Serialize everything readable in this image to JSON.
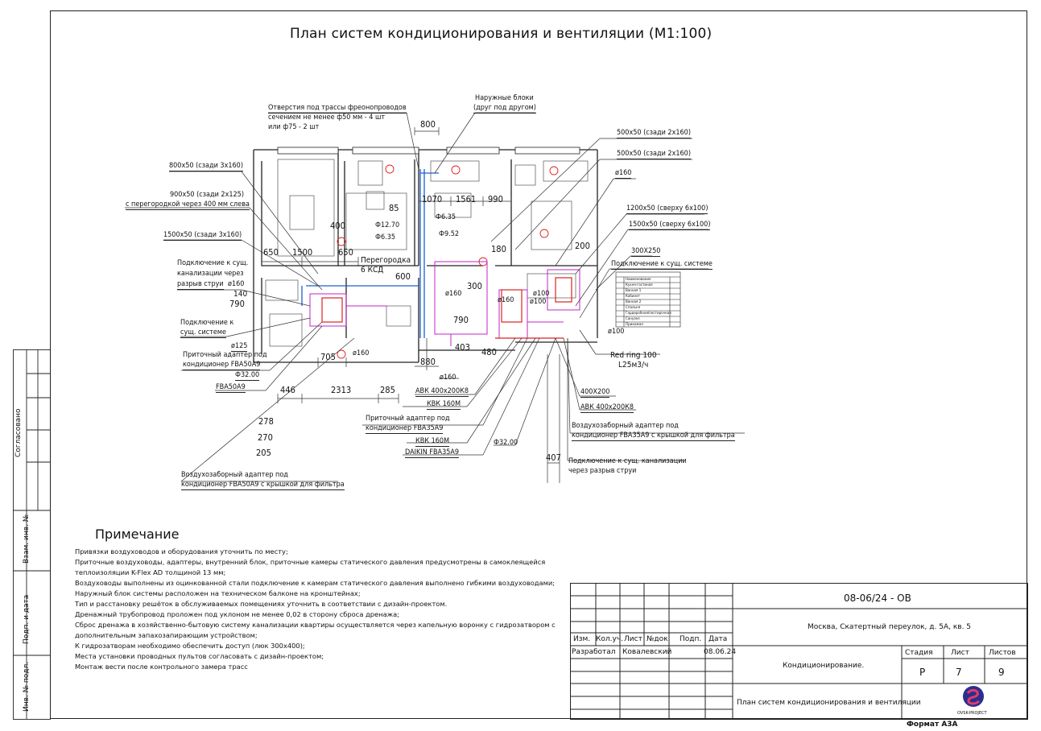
{
  "title": "План систем кондиционирования и вентиляции (М1:100)",
  "annotations": {
    "openings": [
      "Отверстия под трассы фреонопроводов",
      "сечением не менее ф50 мм - 4 шт",
      "или ф75 - 2 шт"
    ],
    "outdoor": [
      "Наружные блоки",
      "(друг под другом)"
    ],
    "d800": "800",
    "d500_1": "500х50 (сзади 2х160)",
    "d500_2": "500х50 (сзади 2х160)",
    "d160_a": "ø160",
    "d1200": "1200х50 (сверху 6х100)",
    "d1500b": "1500х50 (сверху 6х100)",
    "d300": "300Х250",
    "sewer_right": "Подключение к сущ. системе",
    "d800x50": "800х50 (сзади 3х160)",
    "d900": [
      "900х50 (сзади 2х125)",
      "с перегородкой через 400 мм слева"
    ],
    "d1500a": "1500х50 (сзади 3х160)",
    "sewer_left": [
      "Подключение к сущ.",
      "канализации через",
      "разрыв струи"
    ],
    "d160_b": "ø160",
    "conn_left": [
      "Подключение к",
      "сущ. системе"
    ],
    "d125": "ø125",
    "supply_left": [
      "Приточный адаптер под",
      "кондиционер FBA50A9"
    ],
    "phi32_a": "Ф32.00",
    "fba50": "FBA50A9",
    "intake_left": [
      "Воздухозаборный адаптер под",
      "кондиционер FBA50A9 с крышкой для фильтра"
    ],
    "dims_top": [
      "1070",
      "1561",
      "990"
    ],
    "dims_left_row": [
      "650",
      "1500",
      "650"
    ],
    "d400": "400",
    "d85": "85",
    "phi_a": "Ф6.35",
    "phi_b": "Ф12.70",
    "phi_c": "Ф6.35",
    "phi_d": "Ф9.52",
    "partition": [
      "Перегородка",
      "6 КСД"
    ],
    "d600": "600",
    "d180": "180",
    "d300b": "300",
    "d200": "200",
    "d790a": "790",
    "d140": "140",
    "d790b": "790",
    "d160_c": "ø160",
    "d160_d": "ø160",
    "d100a": "ø100",
    "d100b": "ø100",
    "d100c": "ø100",
    "d705": "705",
    "d160_e": "ø160",
    "d880": "880",
    "d403": "403",
    "d480": "480",
    "d160_f": "ø160",
    "red_ring": [
      "Red ring 100",
      "L25м3/ч"
    ],
    "dims_bottom": [
      "446",
      "2313",
      "285"
    ],
    "d278": "278",
    "d270": "270",
    "d205": "205",
    "avk1": "АВК 400х200К8",
    "kvk1": "КВК 160М",
    "supply_right": [
      "Приточный адаптер под",
      "кондиционер FBA35A9"
    ],
    "kvk2": "КВК 160М",
    "daikin": "DAIKIN FBA35A9",
    "phi32_b": "Ф32.00",
    "d400x200": "400Х200",
    "avk2": "АВК 400х200К8",
    "intake_right": [
      "Воздухозаборный адаптер под",
      "кондиционер FBA35A9 с крышкой для фильтра"
    ],
    "d407": "407",
    "sewer_bottom": [
      "Подключение к сущ. канализации",
      "через разрыв струи"
    ]
  },
  "legend_table": {
    "rows": [
      "Наименование",
      "Кухня-гостиная",
      "Ванная 1",
      "Кабинет",
      "Ванная 2",
      "Спальня",
      "Гардеробная/постирочная",
      "Санузел",
      "Прихожая"
    ]
  },
  "notes": {
    "heading": "Примечание",
    "lines": [
      "Привязки воздуховодов и оборудования уточнить по месту;",
      "Приточные воздуховоды, адаптеры, внутренний блок, приточные камеры статического давления предусмотрены в самоклеящейся",
      "теплоизоляции K-Flex AD толщиной 13 мм;",
      "Воздуховоды выполнены из оцинкованной стали подключение к камерам статического давления выполнено гибкими воздуховодами;",
      "Наружный блок системы расположен на техническом балконе на кронштейнах;",
      "Тип и расстановку решёток в обслуживаемых помещениях уточнить в соответствии с дизайн-проектом.",
      "Дренажный трубопровод проложен под уклоном не менее 0,02 в сторону сброса дренажа;",
      "Сброс дренажа в хозяйственно-бытовую систему канализации квартиры осуществляется через капельную воронку с гидрозатвором с",
      "дополнительным запахозапирающим устройством;",
      "К гидрозатворам необходимо обеспечить доступ (люк 300х400);",
      "Места установки проводных пультов согласовать с дизайн-проектом;",
      "Монтаж вести после контрольного замера трасс"
    ]
  },
  "sidebar": {
    "agreed": "Согласовано",
    "inv_replace": "Взам. инв. №",
    "sign_date": "Подп. и дата",
    "inv_orig": "Инв. № подл."
  },
  "stamp": {
    "code": "08-06/24 - ОВ",
    "address": "Москва, Скатертный переулок, д. 5А, кв. 5",
    "headers": [
      "Изм.",
      "Кол.уч.",
      "Лист",
      "№док.",
      "Подп.",
      "Дата"
    ],
    "developed_label": "Разработал",
    "developer": "Ковалевский",
    "date": "08.06.24",
    "section": "Кондиционирование.",
    "stage_label": "Стадия",
    "sheet_label": "Лист",
    "sheets_label": "Листов",
    "stage": "Р",
    "sheet": "7",
    "sheets": "9",
    "sheet_title": "План систем кондиционирования и вентиляции",
    "logo_text": "OVSK-PROJECT"
  },
  "format": "Формат А3А"
}
